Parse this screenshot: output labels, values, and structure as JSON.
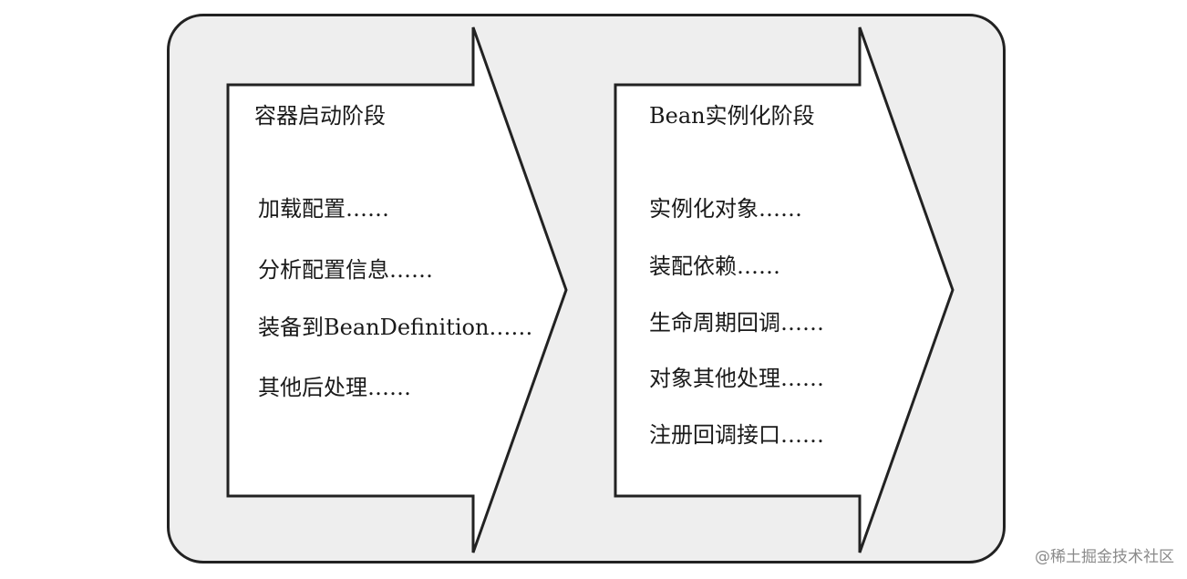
{
  "stage1": {
    "title": "容器启动阶段",
    "items": [
      "加载配置……",
      "分析配置信息……",
      "装备到BeanDefinition……",
      "其他后处理……"
    ]
  },
  "stage2": {
    "title": "Bean实例化阶段",
    "items": [
      "实例化对象……",
      "装配依赖……",
      "生命周期回调……",
      "对象其他处理……",
      "注册回调接口……"
    ]
  },
  "watermark": "@稀土掘金技术社区",
  "colors": {
    "frame_fill": "#eeeeee",
    "arrow_fill": "#ffffff",
    "stroke": "#222222"
  }
}
